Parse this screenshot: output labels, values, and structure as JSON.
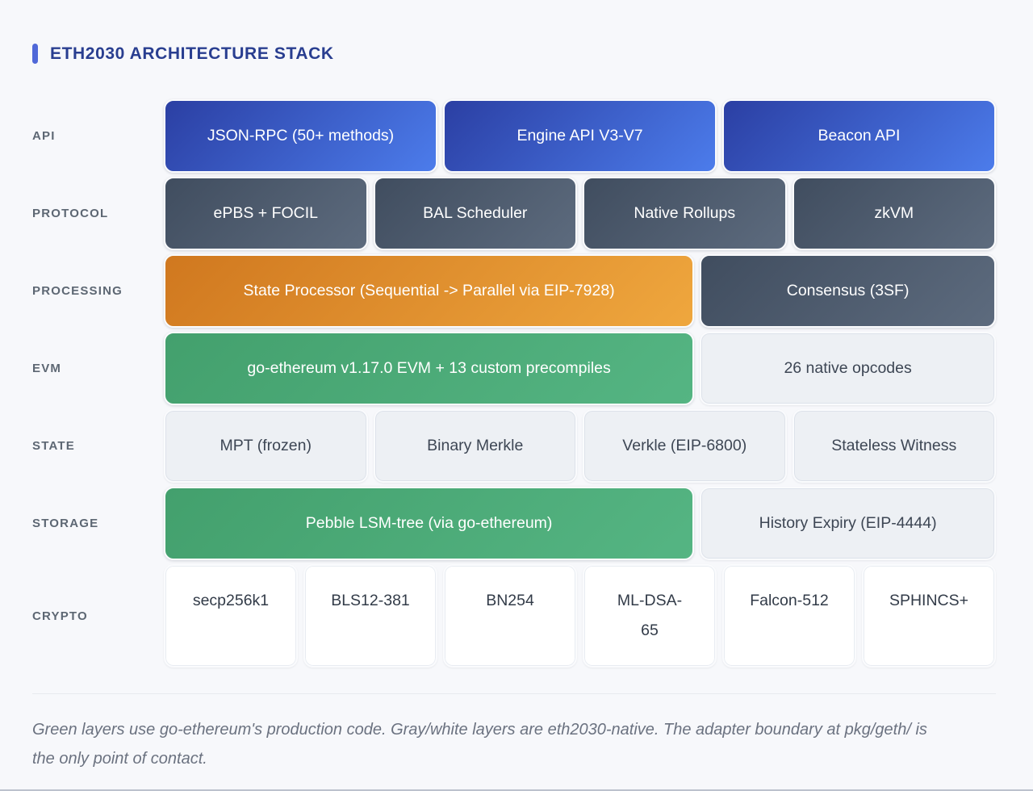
{
  "title": "ETH2030 ARCHITECTURE STACK",
  "colors": {
    "accent_bar": "#5068d8",
    "title_text": "#293e90",
    "api_blue_gradient": [
      "#2b3fa3",
      "#4c7ceb"
    ],
    "protocol_slate_gradient": [
      "#404d5f",
      "#5d6b7e"
    ],
    "processing_orange_gradient": [
      "#d0781f",
      "#efa73e"
    ],
    "geth_green_gradient": [
      "#43a06d",
      "#55b583"
    ],
    "light_block_bg": "#edf0f4",
    "white_block_bg": "#ffffff",
    "row_label_text": "#5d6773",
    "footnote_text": "#6b7280",
    "page_bg": "#f7f8fb"
  },
  "rows": [
    {
      "label": "API",
      "blocks": [
        {
          "text": "JSON-RPC (50+ methods)"
        },
        {
          "text": "Engine API V3-V7"
        },
        {
          "text": "Beacon API"
        }
      ]
    },
    {
      "label": "PROTOCOL",
      "blocks": [
        {
          "text": "ePBS + FOCIL"
        },
        {
          "text": "BAL Scheduler"
        },
        {
          "text": "Native Rollups"
        },
        {
          "text": "zkVM"
        }
      ]
    },
    {
      "label": "PROCESSING",
      "blocks": [
        {
          "text": "State Processor (Sequential -> Parallel via EIP-7928)"
        },
        {
          "text": "Consensus (3SF)"
        }
      ]
    },
    {
      "label": "EVM",
      "blocks": [
        {
          "text": "go-ethereum v1.17.0 EVM + 13 custom precompiles"
        },
        {
          "text": "26 native opcodes"
        }
      ]
    },
    {
      "label": "STATE",
      "blocks": [
        {
          "text": "MPT (frozen)"
        },
        {
          "text": "Binary Merkle"
        },
        {
          "text": "Verkle (EIP-6800)"
        },
        {
          "text": "Stateless Witness"
        }
      ]
    },
    {
      "label": "STORAGE",
      "blocks": [
        {
          "text": "Pebble LSM-tree (via go-ethereum)"
        },
        {
          "text": "History Expiry (EIP-4444)"
        }
      ]
    },
    {
      "label": "CRYPTO",
      "blocks": [
        {
          "text": "secp256k1"
        },
        {
          "text": "BLS12-381"
        },
        {
          "text": "BN254"
        },
        {
          "text": "ML-DSA-65"
        },
        {
          "text": "Falcon-512"
        },
        {
          "text": "SPHINCS+"
        }
      ]
    }
  ],
  "footnote": "Green layers use go-ethereum's production code. Gray/white layers are eth2030-native. The adapter boundary at pkg/geth/ is the only point of contact."
}
